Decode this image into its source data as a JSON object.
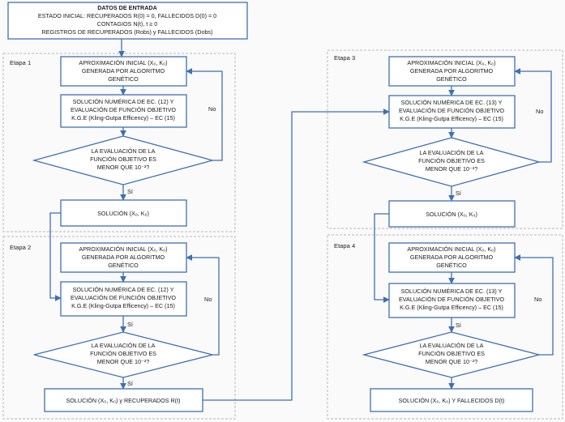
{
  "input": {
    "title": "DATOS DE ENTRADA",
    "line1": "ESTADO INICIAL: RECUPERADOS R(0) = 0, FALLECIDOS D(0) = 0",
    "line2": "CONTAGIOS N(t), t ≥ 0",
    "line3": "REGISTROS DE RECUPERADOS (Robs) y FALLECIDOS (Dobs)"
  },
  "stages": {
    "s1": {
      "label": "Etapa 1"
    },
    "s2": {
      "label": "Etapa 2"
    },
    "s3": {
      "label": "Etapa 3"
    },
    "s4": {
      "label": "Etapa 4"
    }
  },
  "approx": {
    "line1_e12": "APROXIMACIÓN INICIAL (X₀, K₀)",
    "line1_e34": "APROXIMACIÓN INICIAL (X₀, K₀)",
    "line2": "GENERADA POR ALGORITMO",
    "line3": "GENÉTICO"
  },
  "solve12": {
    "line1": "SOLUCIÓN NUMÉRICA DE EC. (12)  Y",
    "line2": "EVALUACIÓN DE FUNCIÓN OBJETIVO",
    "line3": "K.G.E (Kling-Gutpa Efficency) – EC (15)"
  },
  "solve13": {
    "line1": "SOLUCIÓN NUMÉRICA DE EC. (13)  Y",
    "line2": "EVALUACIÓN DE FUNCIÓN OBJETIVO",
    "line3": "K.G.E (Kling-Gutpa Efficency) – EC (15)"
  },
  "decision": {
    "line1": "LA EVALUACIÓN DE LA",
    "line2": "FUNCIÓN OBJETIVO ES",
    "line3": "MENOR QUE 10⁻²?"
  },
  "edges": {
    "no": "No",
    "si": "Sí"
  },
  "solution": {
    "s1": "SOLUCIÓN  (X₀, K₀)",
    "s2": "SOLUCIÓN  (X₀, K₀)  y RECUPERADOS R(t)",
    "s3": "SOLUCIÓN  (X₀, K₀)",
    "s4": "SOLUCIÓN  (X₀, K₀)  Y FALLECIDOS D(t)"
  },
  "colors": {
    "accent": "#3f6fb5",
    "frame": "#b9b9b9"
  }
}
